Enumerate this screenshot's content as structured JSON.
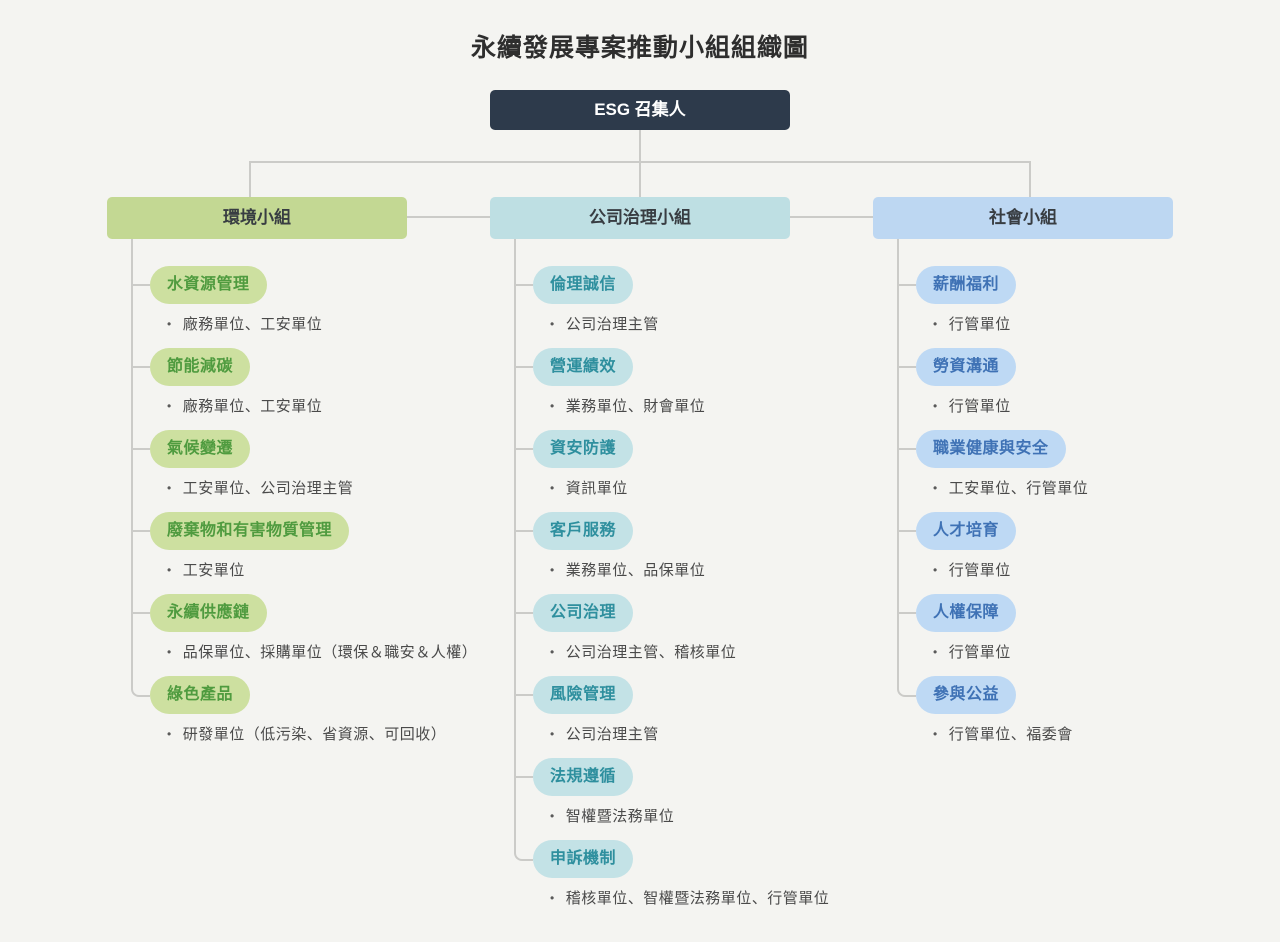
{
  "title": "永續發展專案推動小組組織圖",
  "root": {
    "label": "ESG 召集人",
    "bg": "#2d3a4b",
    "text_color": "#ffffff"
  },
  "bullet": "•",
  "colors": {
    "background": "#f4f4f1",
    "connector_line": "#cbcbc8",
    "header_text": "#383d42",
    "member_text": "#4a4a4a",
    "title_text": "#2e2e2e"
  },
  "groups": [
    {
      "name": "環境小組",
      "header_bg": "#c3d893",
      "pill_bg": "#cde0a0",
      "pill_text": "#4f9b3f",
      "items": [
        {
          "label": "水資源管理",
          "members": "廠務單位、工安單位"
        },
        {
          "label": "節能減碳",
          "members": "廠務單位、工安單位"
        },
        {
          "label": "氣候變遷",
          "members": "工安單位、公司治理主管"
        },
        {
          "label": "廢棄物和有害物質管理",
          "members": "工安單位"
        },
        {
          "label": "永續供應鏈",
          "members": "品保單位、採購單位（環保＆職安＆人權）"
        },
        {
          "label": "綠色產品",
          "members": "研發單位（低污染、省資源、可回收）"
        }
      ]
    },
    {
      "name": "公司治理小組",
      "header_bg": "#bedfe3",
      "pill_bg": "#c3e2e6",
      "pill_text": "#2e8f9e",
      "items": [
        {
          "label": "倫理誠信",
          "members": "公司治理主管"
        },
        {
          "label": "營運績效",
          "members": "業務單位、財會單位"
        },
        {
          "label": "資安防護",
          "members": "資訊單位"
        },
        {
          "label": "客戶服務",
          "members": "業務單位、品保單位"
        },
        {
          "label": "公司治理",
          "members": "公司治理主管、稽核單位"
        },
        {
          "label": "風險管理",
          "members": "公司治理主管"
        },
        {
          "label": "法規遵循",
          "members": "智權暨法務單位"
        },
        {
          "label": "申訴機制",
          "members": "稽核單位、智權暨法務單位、行管單位"
        }
      ]
    },
    {
      "name": "社會小組",
      "header_bg": "#bdd7f2",
      "pill_bg": "#bed9f4",
      "pill_text": "#3f72b5",
      "items": [
        {
          "label": "薪酬福利",
          "members": "行管單位"
        },
        {
          "label": "勞資溝通",
          "members": "行管單位"
        },
        {
          "label": "職業健康與安全",
          "members": "工安單位、行管單位"
        },
        {
          "label": "人才培育",
          "members": "行管單位"
        },
        {
          "label": "人權保障",
          "members": "行管單位"
        },
        {
          "label": "參與公益",
          "members": "行管單位、福委會"
        }
      ]
    }
  ]
}
